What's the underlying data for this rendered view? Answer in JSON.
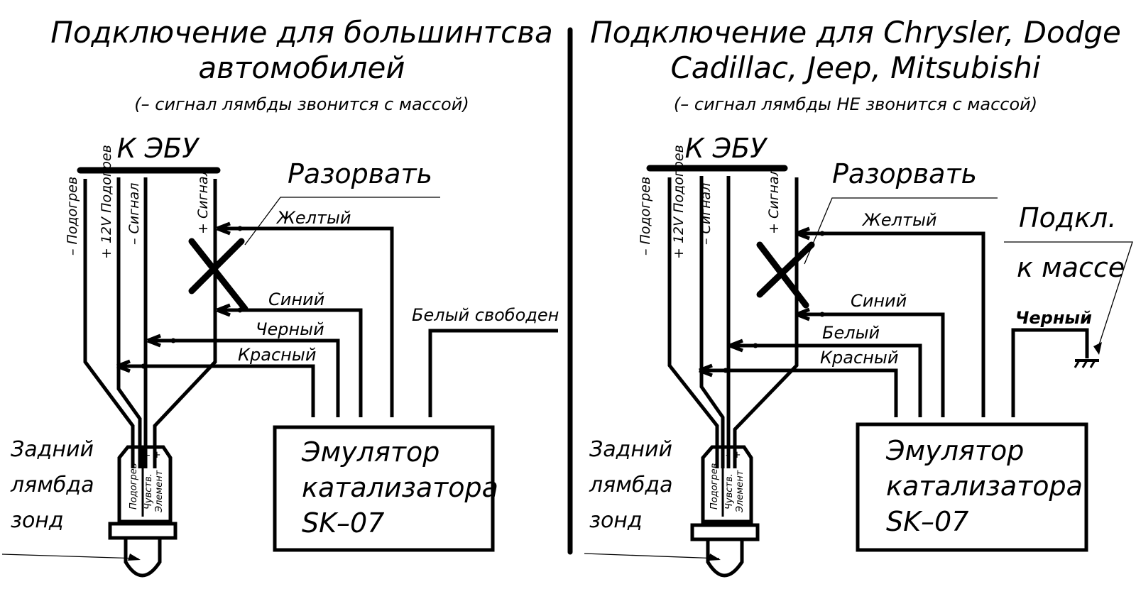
{
  "divider": {
    "color": "#000000"
  },
  "left": {
    "title_line1": "Подключение для большинтсва",
    "title_line2": "автомобилей",
    "subtitle": "(– сигнал лямбды звонится с массой)",
    "ecu_label": "К ЭБУ",
    "pins": [
      "– Подогрев",
      "+ 12V Подогрев",
      "– Сигнал",
      "+ Сигнал"
    ],
    "cut_label": "Разорвать",
    "wires": [
      "Желтый",
      "Синий",
      "Черный",
      "Красный"
    ],
    "free_wire": "Белый свободен",
    "sensor_label": [
      "Задний",
      "лямбда",
      "зонд"
    ],
    "sensor_inner": [
      "Подогрев",
      "Чувств.",
      "Элемент"
    ],
    "sensor_polarity": "– +",
    "emulator": [
      "Эмулятор",
      "катализатора",
      "SK–07"
    ]
  },
  "right": {
    "title_line1": "Подключение для Chrysler, Dodge",
    "title_line2": "Cadillac, Jeep, Mitsubishi",
    "subtitle": "(– сигнал лямбды НЕ звонится с массой)",
    "ecu_label": "К ЭБУ",
    "pins": [
      "– Подогрев",
      "+ 12V Подогрев",
      "– Сигнал",
      "+ Сигнал"
    ],
    "cut_label": "Разорвать",
    "wires": [
      "Желтый",
      "Синий",
      "Белый",
      "Красный"
    ],
    "ground_label_1": "Подкл.",
    "ground_label_2": "к массе",
    "ground_wire": "Черный",
    "sensor_label": [
      "Задний",
      "лямбда",
      "зонд"
    ],
    "sensor_inner": [
      "Подогрев",
      "Чувств.",
      "Элемент"
    ],
    "sensor_polarity": "– +",
    "emulator": [
      "Эмулятор",
      "катализатора",
      "SK–07"
    ]
  }
}
